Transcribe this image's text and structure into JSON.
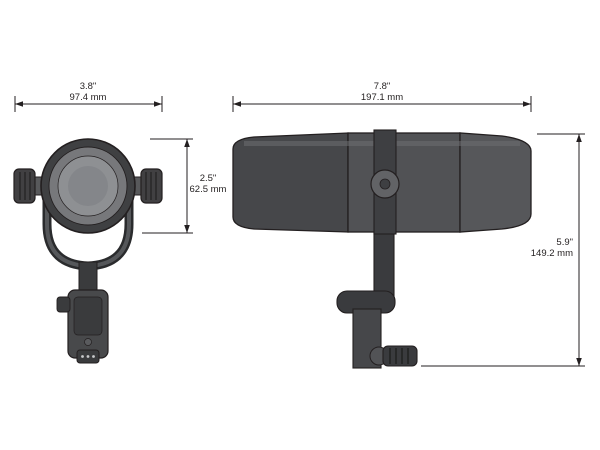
{
  "diagram": {
    "name": "Microphone dimensional drawing (front and side views)",
    "views": {
      "front": {
        "width": {
          "inches": "3.8\"",
          "mm": "97.4 mm"
        },
        "diameter": {
          "inches": "2.5\"",
          "mm": "62.5 mm"
        }
      },
      "side": {
        "length": {
          "inches": "7.8\"",
          "mm": "197.1 mm"
        },
        "height": {
          "inches": "5.9\"",
          "mm": "149.2 mm"
        }
      }
    },
    "colors": {
      "line": "#231f20",
      "body_dark": "#3e3f42",
      "body_mid": "#515255",
      "body_light": "#8e9093",
      "background": "#ffffff"
    }
  }
}
